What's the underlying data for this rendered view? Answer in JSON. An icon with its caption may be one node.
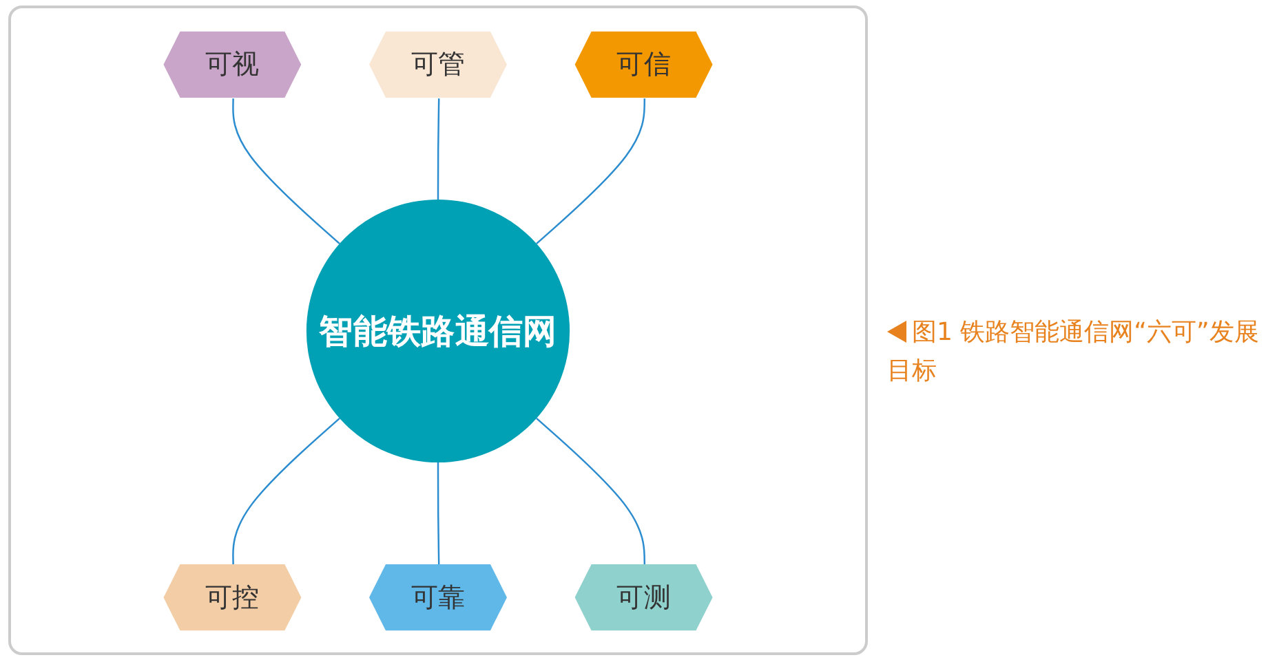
{
  "diagram": {
    "caption": "图1 铁路智能通信网“六可”发展目标",
    "nodes": [
      {
        "text": [
          "可视"
        ]
      },
      {
        "text": [
          "可管"
        ]
      },
      {
        "text": [
          "可信"
        ]
      },
      {
        "text": [
          "智能铁路通信网"
        ]
      },
      {
        "text": [
          "可控"
        ]
      },
      {
        "text": [
          "可靠"
        ]
      },
      {
        "text": [
          "可测"
        ]
      }
    ],
    "edges": [
      {
        "from": 0,
        "to": 3,
        "arrow": "none"
      },
      {
        "from": 1,
        "to": 3,
        "arrow": "none"
      },
      {
        "from": 2,
        "to": 3,
        "arrow": "none"
      },
      {
        "from": 3,
        "to": 4,
        "arrow": "none"
      },
      {
        "from": 3,
        "to": 5,
        "arrow": "none"
      },
      {
        "from": 3,
        "to": 6,
        "arrow": "none"
      }
    ]
  }
}
